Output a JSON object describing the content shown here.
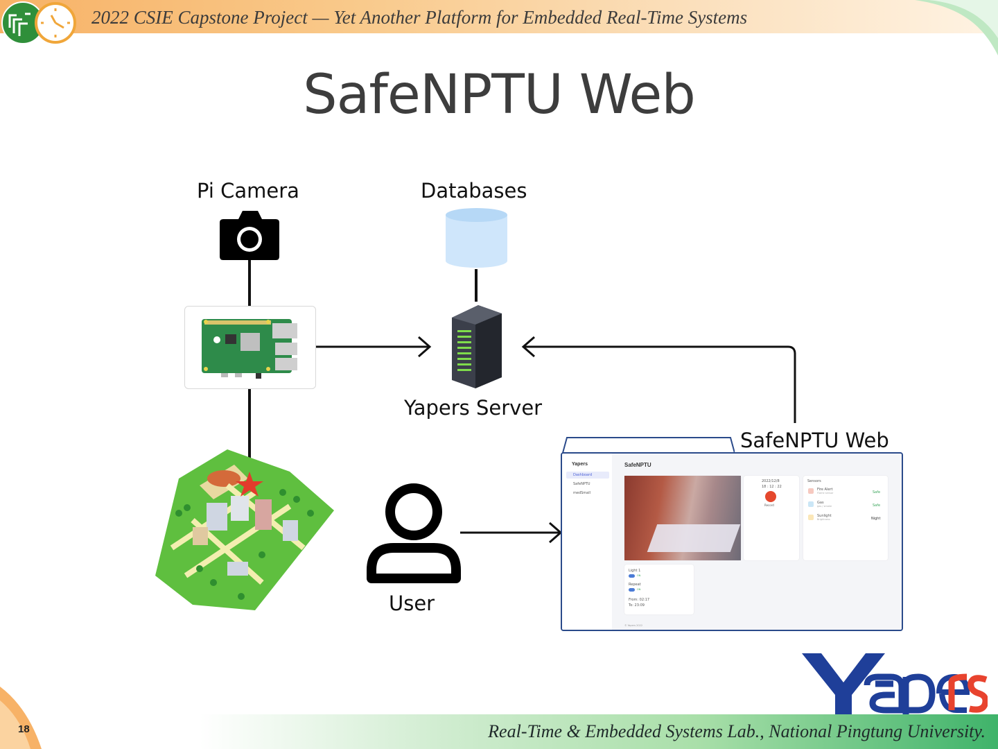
{
  "header": {
    "title": "2022 CSIE Capstone Project — Yet Another Platform for Embedded Real-Time Systems"
  },
  "slide": {
    "title": "SafeNPTU Web",
    "page_number": "18"
  },
  "footer": {
    "text": "Real-Time & Embedded Systems Lab., National Pingtung University."
  },
  "diagram": {
    "pi_camera_label": "Pi Camera",
    "databases_label": "Databases",
    "server_label": "Yapers Server",
    "web_label": "SafeNPTU Web",
    "user_label": "User"
  },
  "web_preview": {
    "brand": "Yapers",
    "nav": [
      "Dashboard",
      "SafeNPTU",
      "medSmall"
    ],
    "page_title": "SafeNPTU",
    "date": "2022/12/8",
    "time": "18 : 12 : 22",
    "button_label": "Record",
    "sensors_title": "Sensors",
    "sensors": [
      {
        "name": "Fire Alert",
        "sub": "Flame sensor",
        "status": "Safe"
      },
      {
        "name": "Gas",
        "sub": "gas / smoke",
        "status": "Safe"
      },
      {
        "name": "Sunlight",
        "sub": "Brightness",
        "status": "Night"
      }
    ],
    "light_title": "Light 1",
    "light_state": "ON",
    "repeat_label": "Repeat",
    "repeat_state": "ON",
    "from_label": "From: 02:17",
    "to_label": "To: 23:09",
    "copyright": "© Yapers 2022"
  },
  "logo": {
    "text": "Yapers"
  },
  "colors": {
    "accent_blue": "#1f3f99",
    "logo_red": "#e8432e",
    "db_blue": "#cfe6fb"
  }
}
